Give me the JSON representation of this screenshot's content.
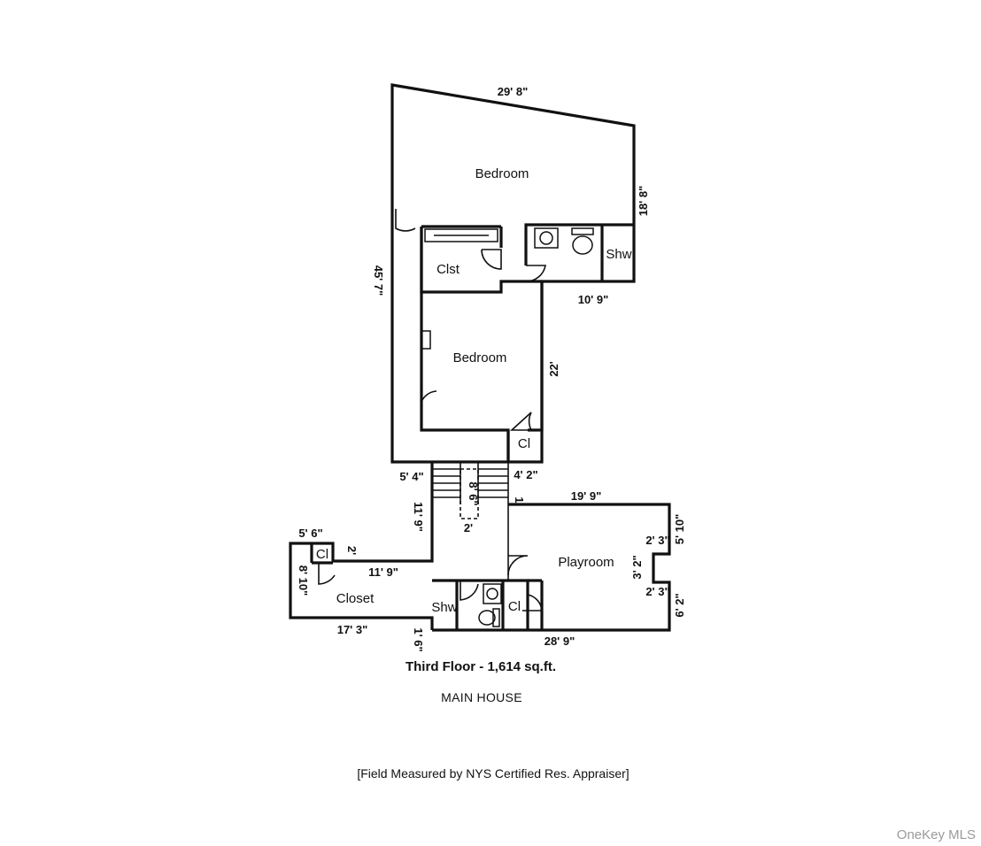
{
  "rooms": {
    "bedroom_top": "Bedroom",
    "bedroom_mid": "Bedroom",
    "closet_top": "Clst",
    "shower_top": "Shw",
    "closet_mid": "Cl",
    "playroom": "Playroom",
    "closet_left": "Closet",
    "closet_small": "Cl",
    "shower_bottom": "Shw",
    "closet_bottom": "Cl"
  },
  "dimensions": {
    "top_width": "29' 8\"",
    "right_upper": "18' 8\"",
    "left_height": "45' 7\"",
    "bath_width": "10' 9\"",
    "bedroom_mid_height": "22'",
    "stair_left": "5' 4\"",
    "stair_right": "4' 2\"",
    "stair_width": "8' 6\"",
    "stair_mark": "1",
    "stair_bottom": "2'",
    "playroom_top": "19' 9\"",
    "hall_height": "11' 9\"",
    "closet_top": "5' 6\"",
    "closet_side": "2'",
    "closet_height": "8' 10\"",
    "hall_width": "11' 9\"",
    "closet_bottom": "17' 3\"",
    "hall_jog": "1' 6\"",
    "bottom_width": "28' 9\"",
    "right_top": "5' 10\"",
    "notch_top": "2' 3\"",
    "notch_depth": "3' 2\"",
    "notch_bottom": "2' 3\"",
    "right_bottom": "6' 2\""
  },
  "caption": {
    "floor_summary": "Third Floor - 1,614 sq.ft.",
    "building": "MAIN HOUSE",
    "note": "[Field Measured by NYS Certified Res. Appraiser]"
  },
  "watermark": "OneKey MLS"
}
